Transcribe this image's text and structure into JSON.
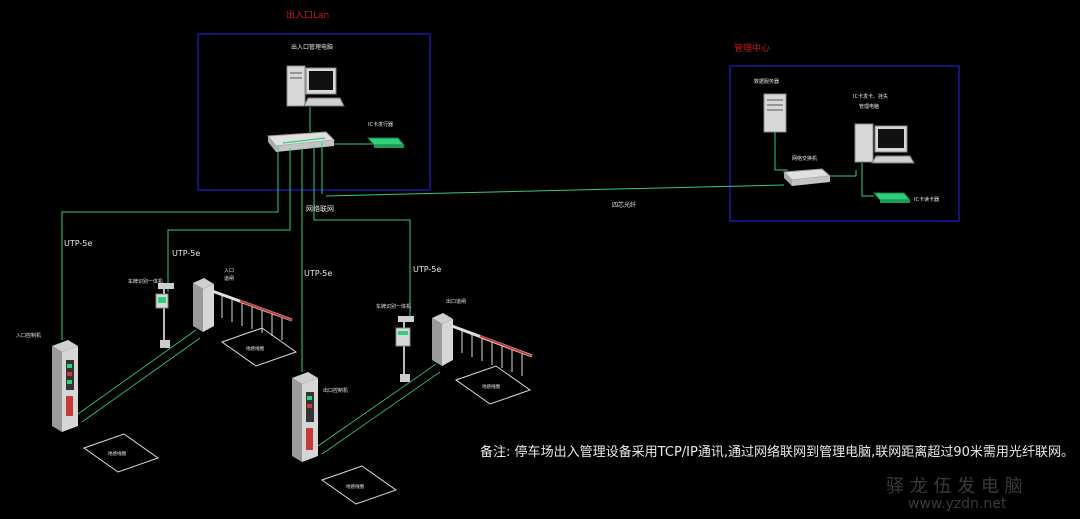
{
  "entrance_box": {
    "title": "出入口Lan",
    "pc_label": "出入口管理电脑",
    "printer_label": "IC卡发行器"
  },
  "mgmt_box": {
    "title": "管理中心",
    "server_label": "数据服务器",
    "pc_label_1": "IC卡发卡、挂失",
    "pc_label_2": "管理电脑",
    "switch_label": "网络交换机",
    "reader_label": "IC卡读卡器"
  },
  "network": {
    "lan_label": "网络联网",
    "fiber_label": "四芯光纤"
  },
  "cables": {
    "c1": "UTP-5e",
    "c2": "UTP-5e",
    "c3": "UTP-5e",
    "c4": "UTP-5e"
  },
  "devices": {
    "entry_terminal_label": "入口控制机",
    "entry_camera_label": "车牌识别一体机",
    "entry_gate_label_1": "入口",
    "entry_gate_label_2": "道闸",
    "loop1": "地感线圈",
    "loop2": "地感线圈",
    "exit_terminal_label": "出口控制机",
    "exit_camera_label": "车牌识别一体机",
    "exit_gate_label": "出口道闸",
    "loop3": "地感线圈",
    "loop4": "地感线圈"
  },
  "note": "备注: 停车场出入管理设备采用TCP/IP通讯,通过网络联网到管理电脑,联网距离超过90米需用光纤联网。",
  "watermark": {
    "cn": "驿 龙 伍 发 电 脑",
    "url": "www.yzdn.net"
  },
  "colors": {
    "box_border": "#1a1aa0",
    "title_red": "#d01818",
    "line_green": "#2fd07a",
    "text_white": "#e8e8e8",
    "barrier_red": "#c83a3a"
  }
}
